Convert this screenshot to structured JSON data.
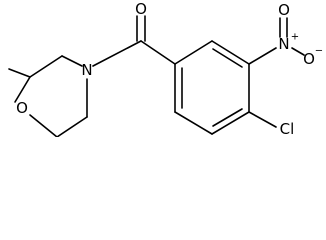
{
  "molecule": {
    "atoms": {
      "carbonyl_oxygen": "O",
      "morpholine_nitrogen": "N",
      "ring_oxygen": "O",
      "nitro_nitrogen": "N",
      "nitro_oxygen_top": "O",
      "nitro_oxygen_right": "O",
      "chlorine": "Cl"
    },
    "charges": {
      "nitro_nitrogen": "+",
      "nitro_oxygen_right": "−"
    }
  },
  "colors": {
    "bond": "#000000",
    "background": "#ffffff"
  }
}
